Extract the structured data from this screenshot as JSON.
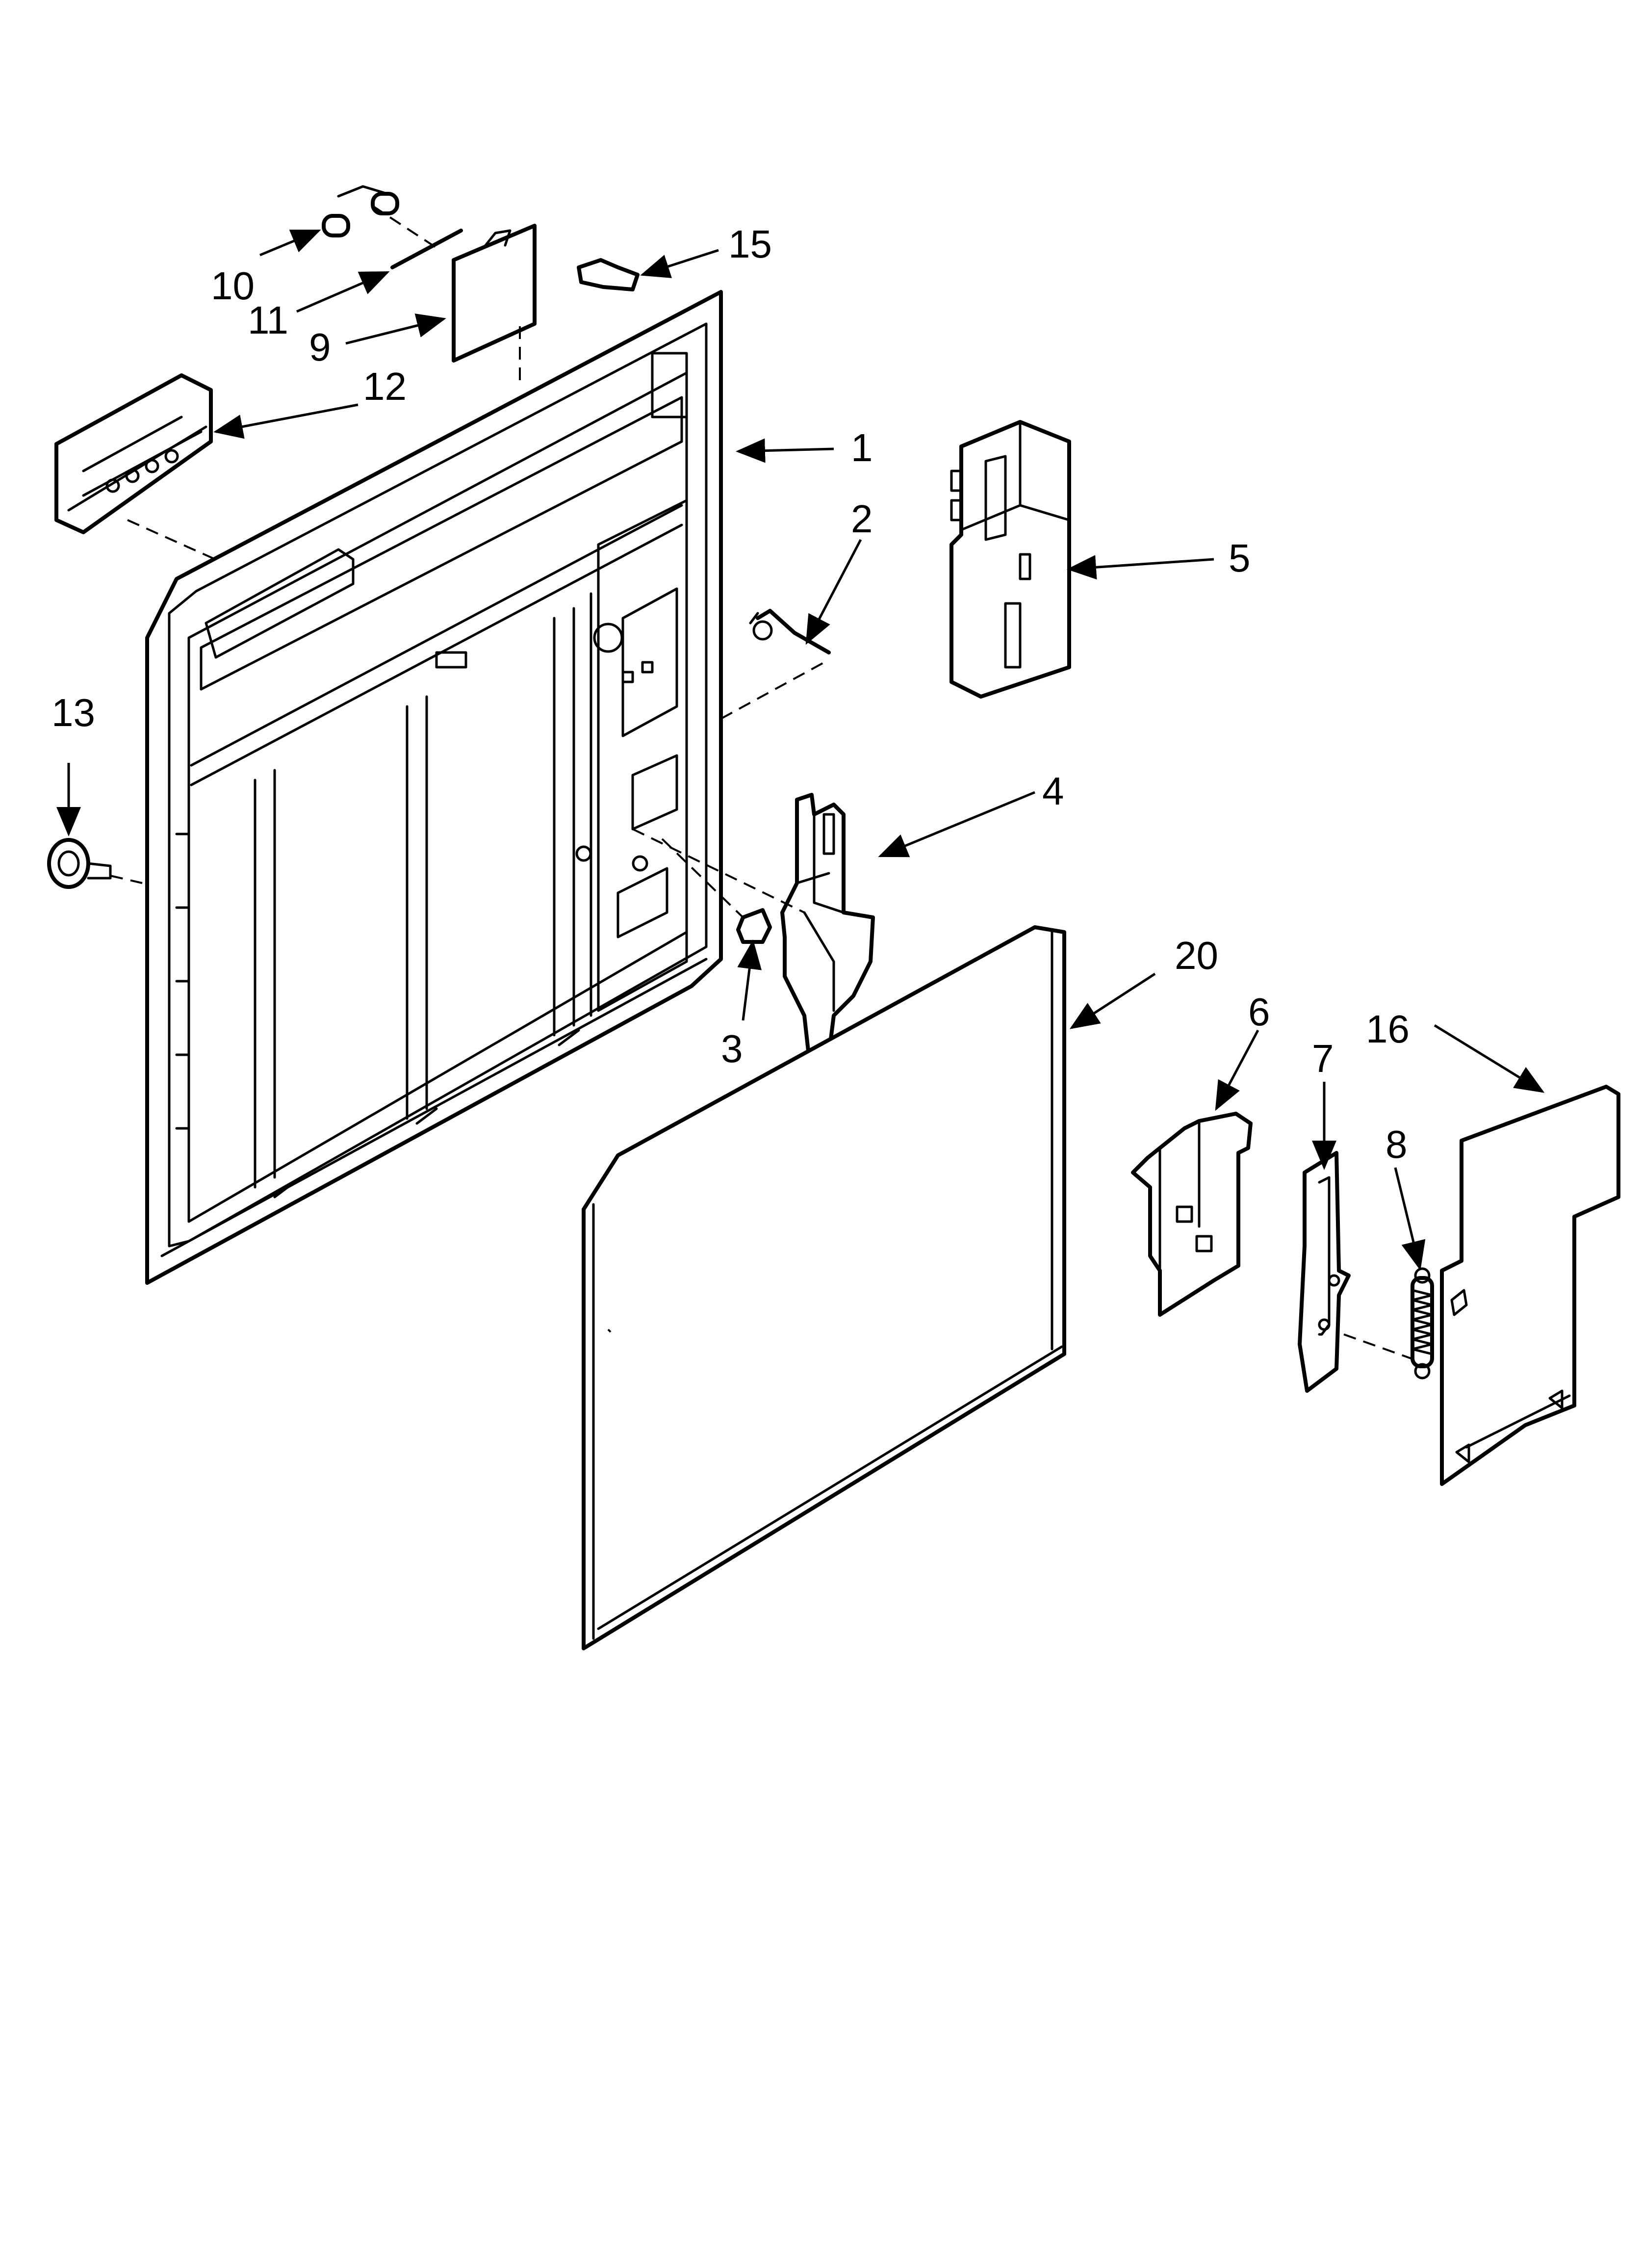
{
  "diagram": {
    "callouts": [
      {
        "id": "1",
        "label": "1"
      },
      {
        "id": "2",
        "label": "2"
      },
      {
        "id": "3",
        "label": "3"
      },
      {
        "id": "4",
        "label": "4"
      },
      {
        "id": "5",
        "label": "5"
      },
      {
        "id": "6",
        "label": "6"
      },
      {
        "id": "7",
        "label": "7"
      },
      {
        "id": "8",
        "label": "8"
      },
      {
        "id": "9",
        "label": "9"
      },
      {
        "id": "10",
        "label": "10"
      },
      {
        "id": "11",
        "label": "11"
      },
      {
        "id": "12",
        "label": "12"
      },
      {
        "id": "13",
        "label": "13"
      },
      {
        "id": "15",
        "label": "15"
      },
      {
        "id": "16",
        "label": "16"
      },
      {
        "id": "20",
        "label": "20"
      }
    ]
  }
}
